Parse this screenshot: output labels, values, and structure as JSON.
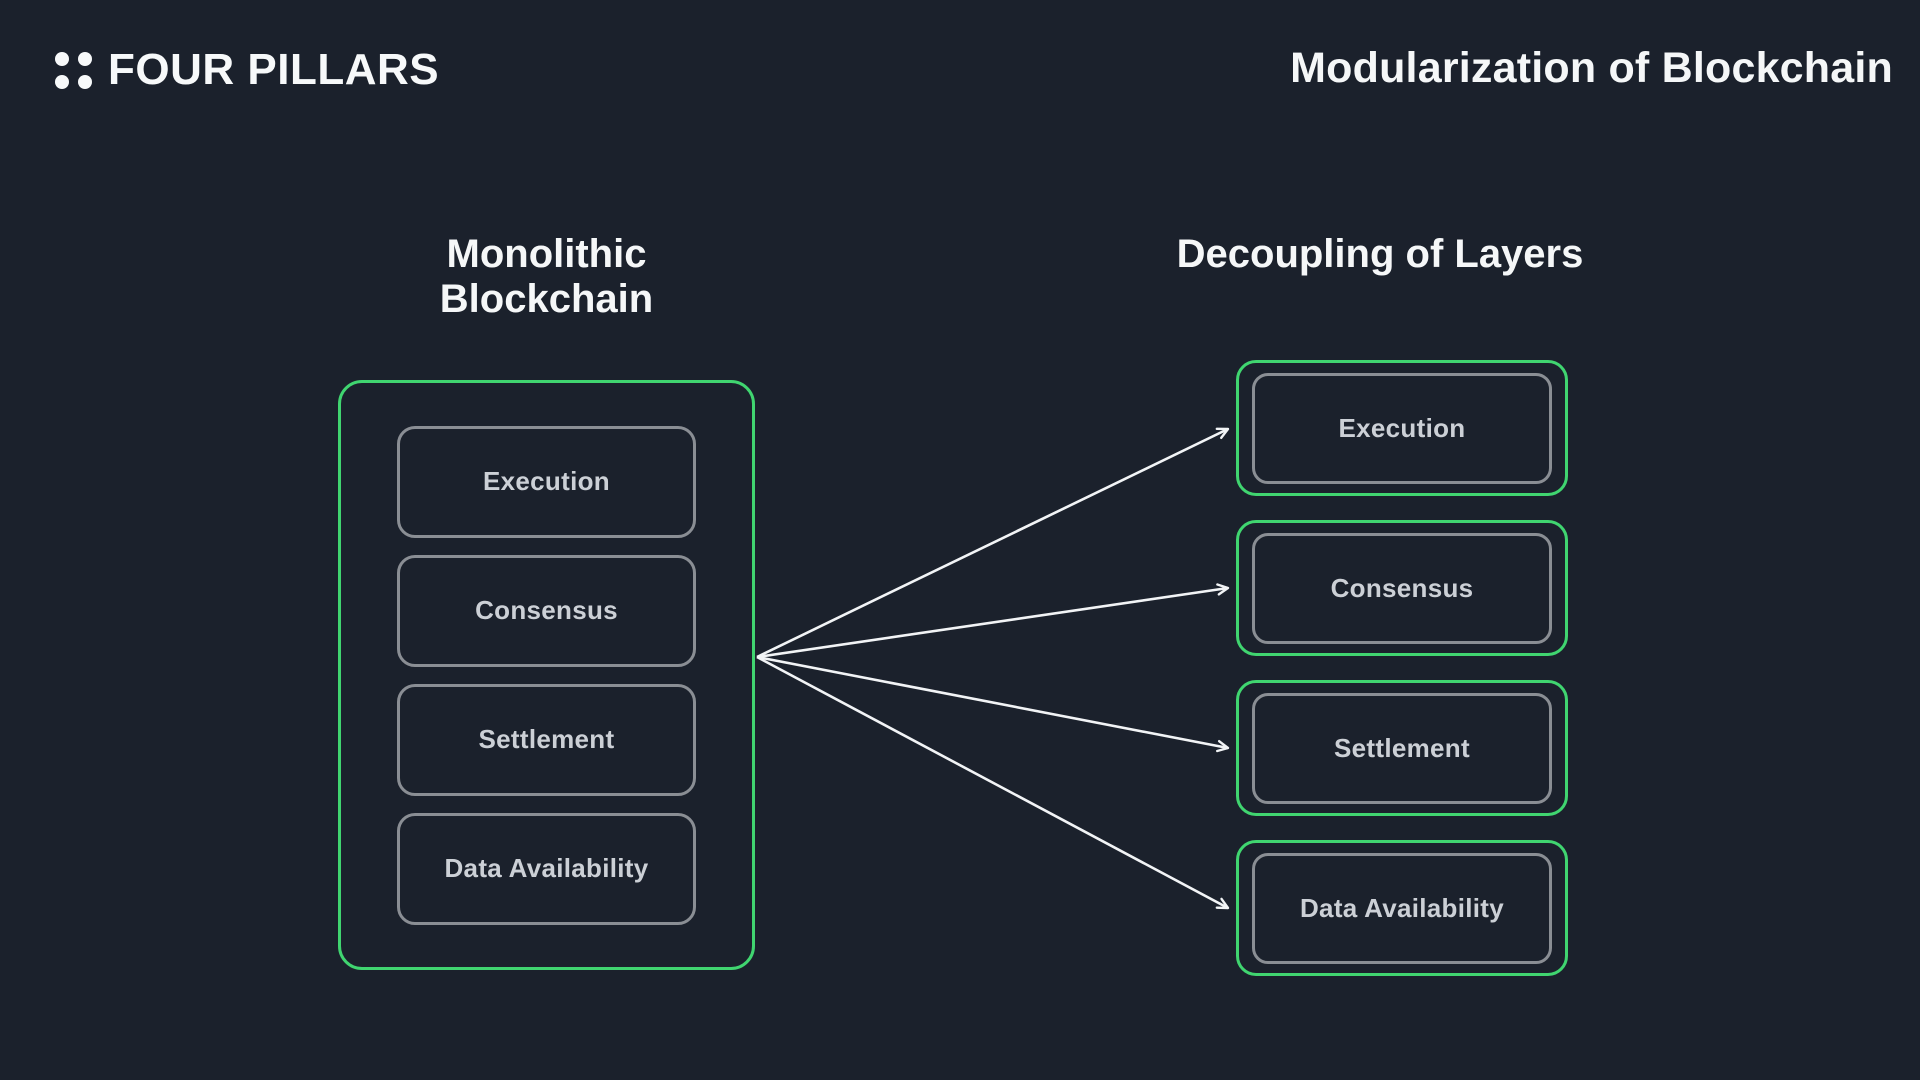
{
  "brand": {
    "name": "FOUR PILLARS",
    "logo_icon": "four-dots-grid-icon"
  },
  "title": "Modularization of Blockchain",
  "left_panel": {
    "heading": "Monolithic Blockchain",
    "layers": [
      "Execution",
      "Consensus",
      "Settlement",
      "Data Availability"
    ]
  },
  "right_panel": {
    "heading": "Decoupling of Layers",
    "layers": [
      "Execution",
      "Consensus",
      "Settlement",
      "Data Availability"
    ]
  },
  "arrows": {
    "description": "four arrows fanning from the right edge of the monolithic box to each decoupled layer box",
    "count": 4
  },
  "colors": {
    "background": "#1b212c",
    "accent_green": "#40d570",
    "border_gray": "#8a8e94",
    "label_text": "#ccd0d6",
    "heading_text": "#f5f7f8",
    "arrow": "#f2f4f6"
  }
}
